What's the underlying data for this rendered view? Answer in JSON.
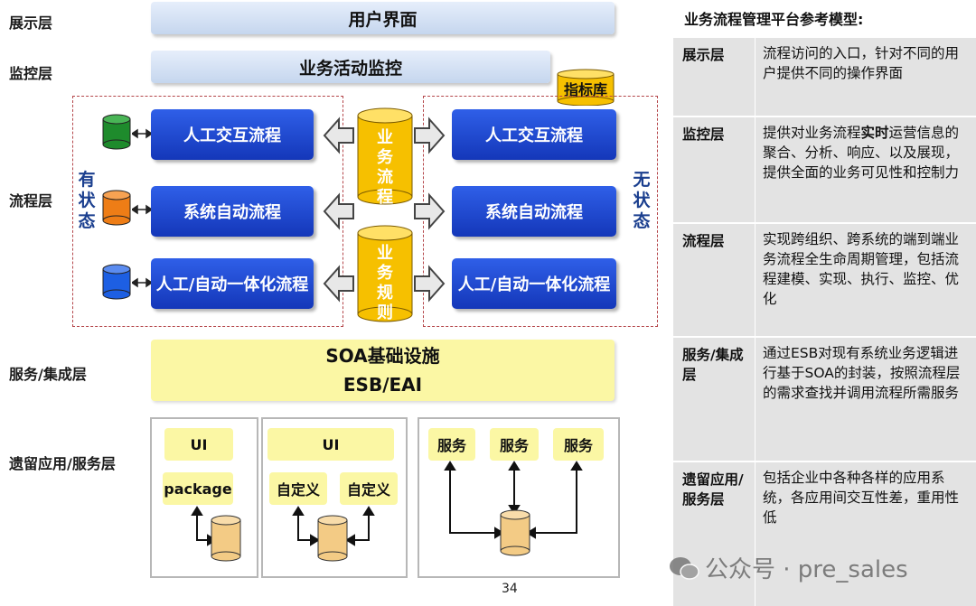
{
  "layers": {
    "presentation": "展示层",
    "monitoring": "监控层",
    "process": "流程层",
    "service": "服务/集成层",
    "legacy": "遗留应用/服务层"
  },
  "bars": {
    "ui": "用户界面",
    "bam": "业务活动监控"
  },
  "indicator_db": "指标库",
  "stateful": "有状态",
  "stateless": "无状态",
  "left_processes": [
    "人工交互流程",
    "系统自动流程",
    "人工/自动一体化流程"
  ],
  "right_processes": [
    "人工交互流程",
    "系统自动流程",
    "人工/自动一体化流程"
  ],
  "flow_db": "业务流程库",
  "rule_db": "业务规则库",
  "soa": {
    "line1": "SOA基础设施",
    "line2": "ESB/EAI"
  },
  "legacy_box1": {
    "top": "UI",
    "bottom": "package"
  },
  "legacy_box2": {
    "top": "UI",
    "left": "自定义",
    "right": "自定义"
  },
  "legacy_box3": {
    "s1": "服务",
    "s2": "服务",
    "s3": "服务"
  },
  "colors": {
    "db_green": "#1e8b2c",
    "db_orange": "#ee7d16",
    "db_blue": "#1d5fe3",
    "db_yellow": "#f6c000",
    "process_blue": "#1e45d0",
    "soa_yellow": "#fbf7a4",
    "dashed_red": "#b4464a"
  },
  "panel": {
    "title": "业务流程管理平台参考模型:",
    "rows": [
      {
        "name": "展示层",
        "desc": "流程访问的入口，针对不同的用户提供不同的操作界面"
      },
      {
        "name": "监控层",
        "desc_pre": "提供对业务流程",
        "desc_bold": "实时",
        "desc_post": "运营信息的聚合、分析、响应、以及展现，提供全面的业务可见性和控制力"
      },
      {
        "name": "流程层",
        "desc": "实现跨组织、跨系统的端到端业务流程全生命周期管理，包括流程建模、实现、执行、监控、优化"
      },
      {
        "name": "服务/集成层",
        "desc": "通过ESB对现有系统业务逻辑进行基于SOA的封装，按照流程层的需求查找并调用流程所需服务"
      },
      {
        "name": "遗留应用/服务层",
        "desc": "包括企业中各种各样的应用系统，各应用间交互性差，重用性低"
      }
    ]
  },
  "watermark": "公众号 · pre_sales",
  "page_number": "34"
}
